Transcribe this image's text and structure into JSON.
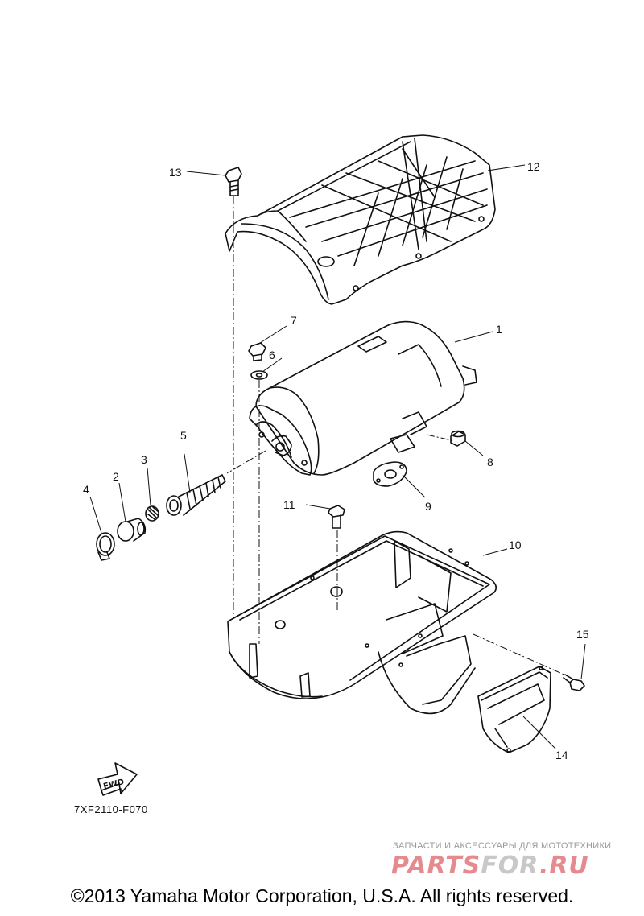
{
  "callouts": [
    {
      "id": "1",
      "text": "1"
    },
    {
      "id": "2",
      "text": "2"
    },
    {
      "id": "3",
      "text": "3"
    },
    {
      "id": "4",
      "text": "4"
    },
    {
      "id": "5",
      "text": "5"
    },
    {
      "id": "6",
      "text": "6"
    },
    {
      "id": "7",
      "text": "7"
    },
    {
      "id": "8",
      "text": "8"
    },
    {
      "id": "9",
      "text": "9"
    },
    {
      "id": "10",
      "text": "10"
    },
    {
      "id": "11",
      "text": "11"
    },
    {
      "id": "12",
      "text": "12"
    },
    {
      "id": "13",
      "text": "13"
    },
    {
      "id": "14",
      "text": "14"
    },
    {
      "id": "15",
      "text": "15"
    }
  ],
  "fwd_label": "FWD",
  "ref_code": "7XF2110-F070",
  "watermark": {
    "tagline": "ЗАПЧАСТИ И АКСЕССУАРЫ ДЛЯ МОТОТЕХНИКИ",
    "logo_part1": "PARTS",
    "logo_part2": "FOR",
    "logo_part3": ".RU"
  },
  "copyright": "©2013 Yamaha Motor Corporation, U.S.A. All rights reserved."
}
